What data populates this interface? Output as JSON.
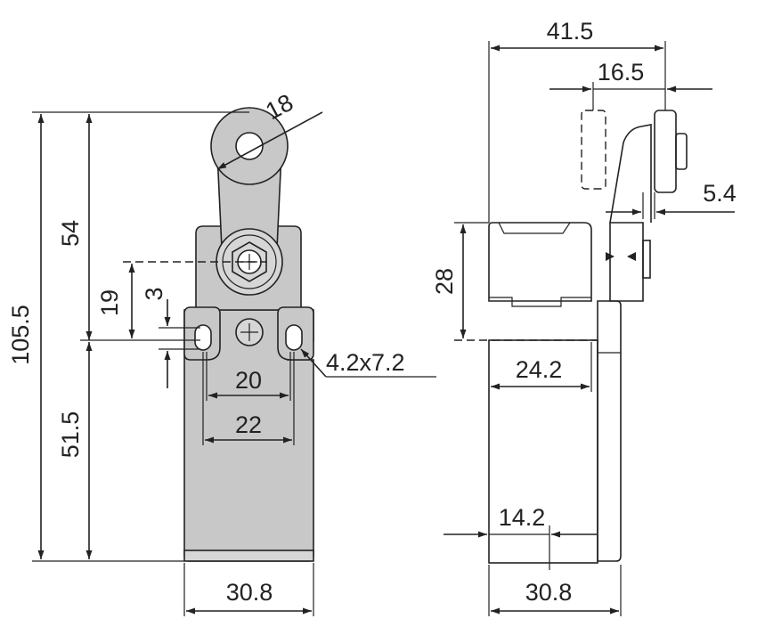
{
  "front_view": {
    "overall_height": "105.5",
    "lever_height": "54",
    "body_height": "51.5",
    "roller_diameter": "18",
    "offset_19": "19",
    "offset_3": "3",
    "hole_spacing_inner": "20",
    "hole_spacing_outer": "22",
    "slot_size": "4.2x7.2",
    "width": "30.8"
  },
  "side_view": {
    "overall_depth": "41.5",
    "roller_offset": "16.5",
    "roller_width": "5.4",
    "head_height": "28",
    "head_depth": "24.2",
    "center_offset": "14.2",
    "width": "30.8"
  }
}
